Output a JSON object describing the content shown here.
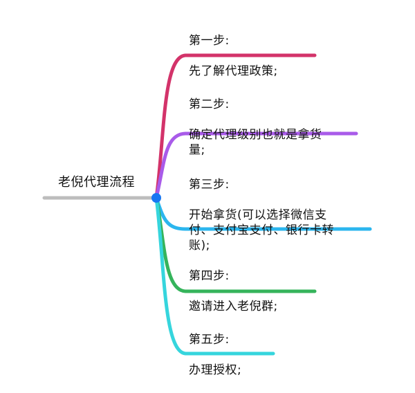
{
  "root": {
    "label": "老倪代理流程"
  },
  "branches": [
    {
      "step": "第一步:",
      "text": "先了解代理政策;",
      "color": "#D3336A"
    },
    {
      "step": "第二步:",
      "text": "确定代理级别也就是拿货\n量;",
      "color": "#A95BE9"
    },
    {
      "step": "第三步:",
      "text": "开始拿货(可以选择微信支\n付、支付宝支付、银行卡转\n账);",
      "color": "#2BB6EE"
    },
    {
      "step": "第四步:",
      "text": "邀请进入老倪群;",
      "color": "#35B45B"
    },
    {
      "step": "第五步:",
      "text": "办理授权;",
      "color": "#36D5DD"
    }
  ],
  "colors": {
    "root_line": "#BDBDBD",
    "center_node": "#1877F2"
  }
}
